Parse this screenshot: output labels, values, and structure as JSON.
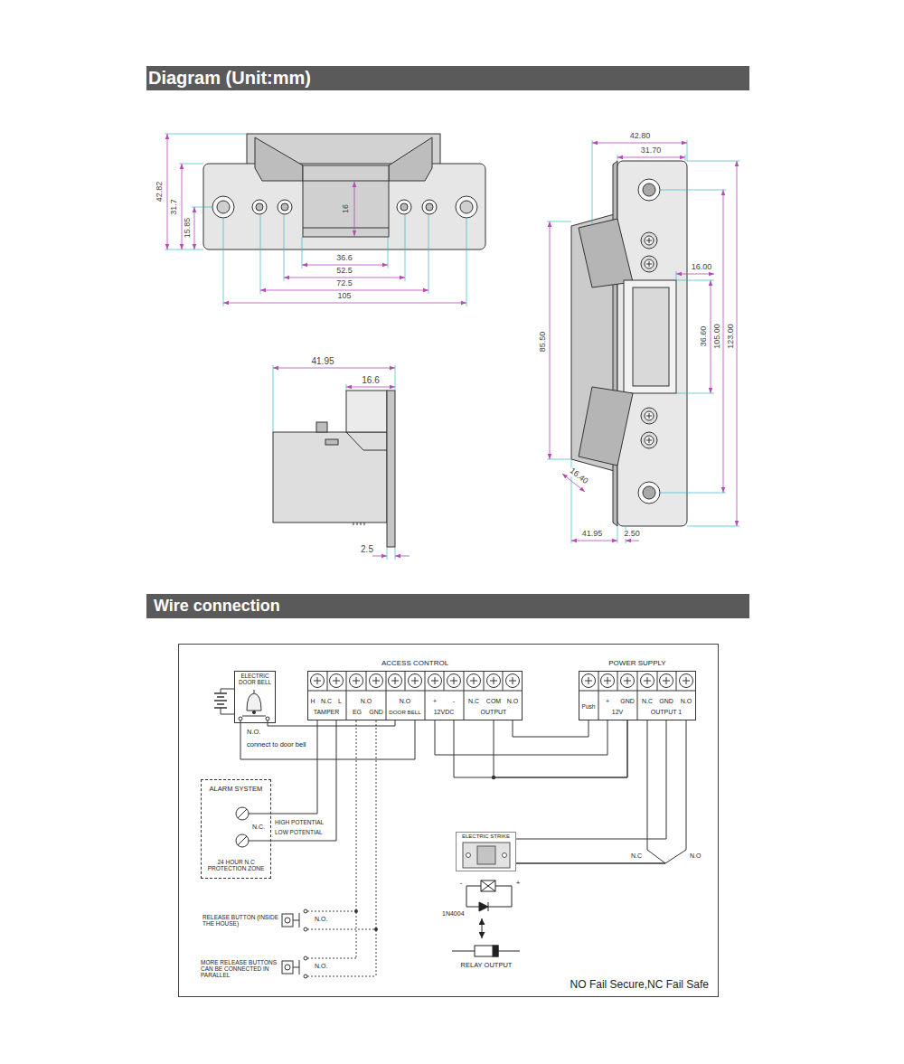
{
  "diagram": {
    "nodes": [
      {
        "text": [
          "Diagram (Unit:mm)"
        ]
      },
      {
        "text": [
          "Wire connection"
        ]
      },
      {
        "text": [
          "NO Fail Secure,NC Fail Safe"
        ]
      },
      {
        "text": [
          "ELECTRIC DOOR BELL"
        ],
        "in": 2
      },
      {
        "text": [
          "ACCESS CONTROL"
        ],
        "in": 2
      },
      {
        "text": [
          "POWER SUPPLY"
        ],
        "in": 2
      },
      {
        "text": [
          "ALARM SYSTEM",
          "24 HOUR N.C PROTECTION ZONE"
        ],
        "in": 2
      },
      {
        "text": [
          "ELECTRIC STRIKE"
        ],
        "in": 2
      }
    ],
    "edges": [
      {
        "from": 3,
        "to": 4,
        "arrow": "none"
      },
      {
        "from": 3,
        "to": 4,
        "arrow": "none"
      },
      {
        "from": 6,
        "to": 4,
        "arrow": "none"
      },
      {
        "from": 6,
        "to": 4,
        "arrow": "none"
      },
      {
        "from": 4,
        "to": 5,
        "arrow": "none"
      },
      {
        "from": 4,
        "to": 5,
        "arrow": "none"
      },
      {
        "from": 4,
        "to": 5,
        "arrow": "none"
      },
      {
        "from": 4,
        "to": 5,
        "arrow": "none"
      },
      {
        "from": 5,
        "to": 7,
        "arrow": "none"
      },
      {
        "from": 5,
        "to": 7,
        "arrow": "none"
      },
      {
        "from": 5,
        "to": 7,
        "arrow": "none"
      }
    ],
    "labels": [
      "42.82",
      "31.7",
      "15.85",
      "16",
      "36.6",
      "52.5",
      "72.5",
      "105",
      "42.80",
      "31.70",
      "16.00",
      "36.60",
      "105.00",
      "123.00",
      "85.50",
      "16.40",
      "41.95",
      "2.50",
      "41.95",
      "16.6",
      "2.5",
      "N.O.",
      "connect to door bell",
      "H",
      "N.C",
      "L",
      "TAMPER",
      "N.O",
      "EG",
      "GND",
      "N.O",
      "DOOR BELL",
      "+",
      "-",
      "12VDC",
      "N.C",
      "COM",
      "N.O",
      "OUTPUT",
      "Push",
      "+",
      "GND",
      "12V",
      "N.C",
      "GND",
      "N.O",
      "OUTPUT 1",
      "N.C.",
      "HIGH POTENTIAL",
      "LOW POTENTIAL",
      "-",
      "+",
      "1N4004",
      "RELAY OUTPUT",
      "RELEASE BUTTON (INSIDE THE HOUSE)",
      "N.O.",
      "MORE RELEASE BUTTONS CAN BE CONNECTED IN PARALLEL",
      "N.O.",
      "N.C",
      "N.O"
    ]
  }
}
